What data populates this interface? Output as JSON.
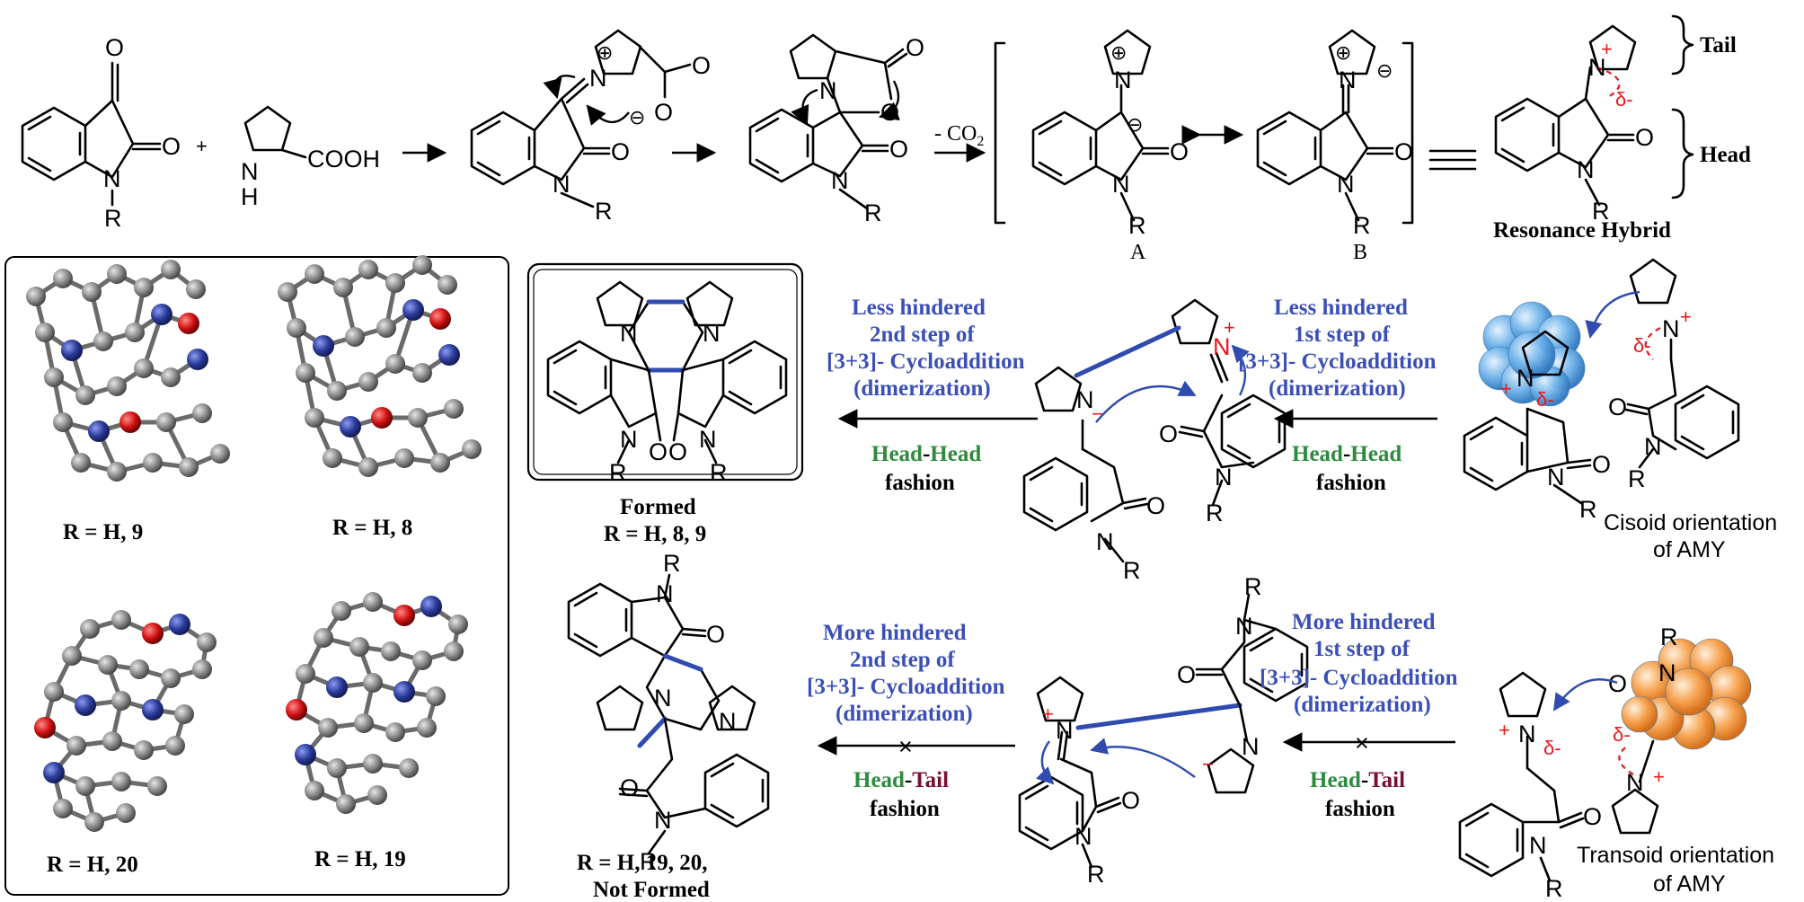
{
  "scheme": {
    "atoms": {
      "O": "O",
      "N": "N",
      "NH": "N",
      "H": "H",
      "R": "R",
      "COOH": "COOH",
      "plus": "+",
      "oplus": "⊕",
      "ominus": "⊖",
      "minus": "−",
      "delta_minus": "δ-",
      "nplus": "N",
      "cross": "×"
    },
    "reaction": {
      "decarboxylation": "- CO",
      "co2_subscript": "2"
    },
    "resonance": {
      "label_a": "A",
      "label_b": "B",
      "hybrid_caption": "Resonance Hybrid",
      "tail_label": "Tail",
      "head_label": "Head"
    },
    "structures_panel": {
      "r9": "R = H, 9",
      "r8": "R = H, 8",
      "r20": "R = H, 20",
      "r19": "R = H, 19"
    },
    "upper_path": {
      "formed_caption_1": "Formed",
      "formed_caption_2": "R = H, 8, 9",
      "step2_line1": "Less hindered",
      "step2_line2": "2nd step of",
      "step2_line3": "[3+3]- Cycloaddition",
      "step2_line4": "(dimerization)",
      "step1_line1": "Less hindered",
      "step1_line2": "1st step of",
      "step1_line3": "[3+3]- Cycloaddition",
      "step1_line4": "(dimerization)",
      "head_word": "Head",
      "dash": "-",
      "head_word_2": "Head",
      "fashion": "fashion",
      "orientation_1": "Cisoid orientation",
      "orientation_2": "of AMY"
    },
    "lower_path": {
      "notformed_caption_1": "R = H, 19, 20,",
      "notformed_caption_2": "Not Formed",
      "step2_line1": "More hindered",
      "step2_line2": "2nd step of",
      "step2_line3": "[3+3]- Cycloaddition",
      "step2_line4": "(dimerization)",
      "step1_line1": "More hindered",
      "step1_line2": "1st step of",
      "step1_line3": "[3+3]- Cycloaddition",
      "step1_line4": "(dimerization)",
      "head_word": "Head",
      "dash": "-",
      "tail_word": "Tail",
      "fashion": "fashion",
      "orientation_1": "Transoid orientation",
      "orientation_2": "of AMY"
    }
  },
  "colors": {
    "step_text": "#3b4fb8",
    "head_green": "#2e8b3e",
    "tail_maroon": "#7a1030",
    "charge_red": "#e8191c",
    "bond_blue": "#2f4bb0",
    "sphere_blue": "#6fb3ea",
    "sphere_orange": "#f7a04a",
    "atom_grey": "#8a8a8a",
    "atom_blue": "#2a3a9a",
    "atom_red": "#d01010"
  }
}
